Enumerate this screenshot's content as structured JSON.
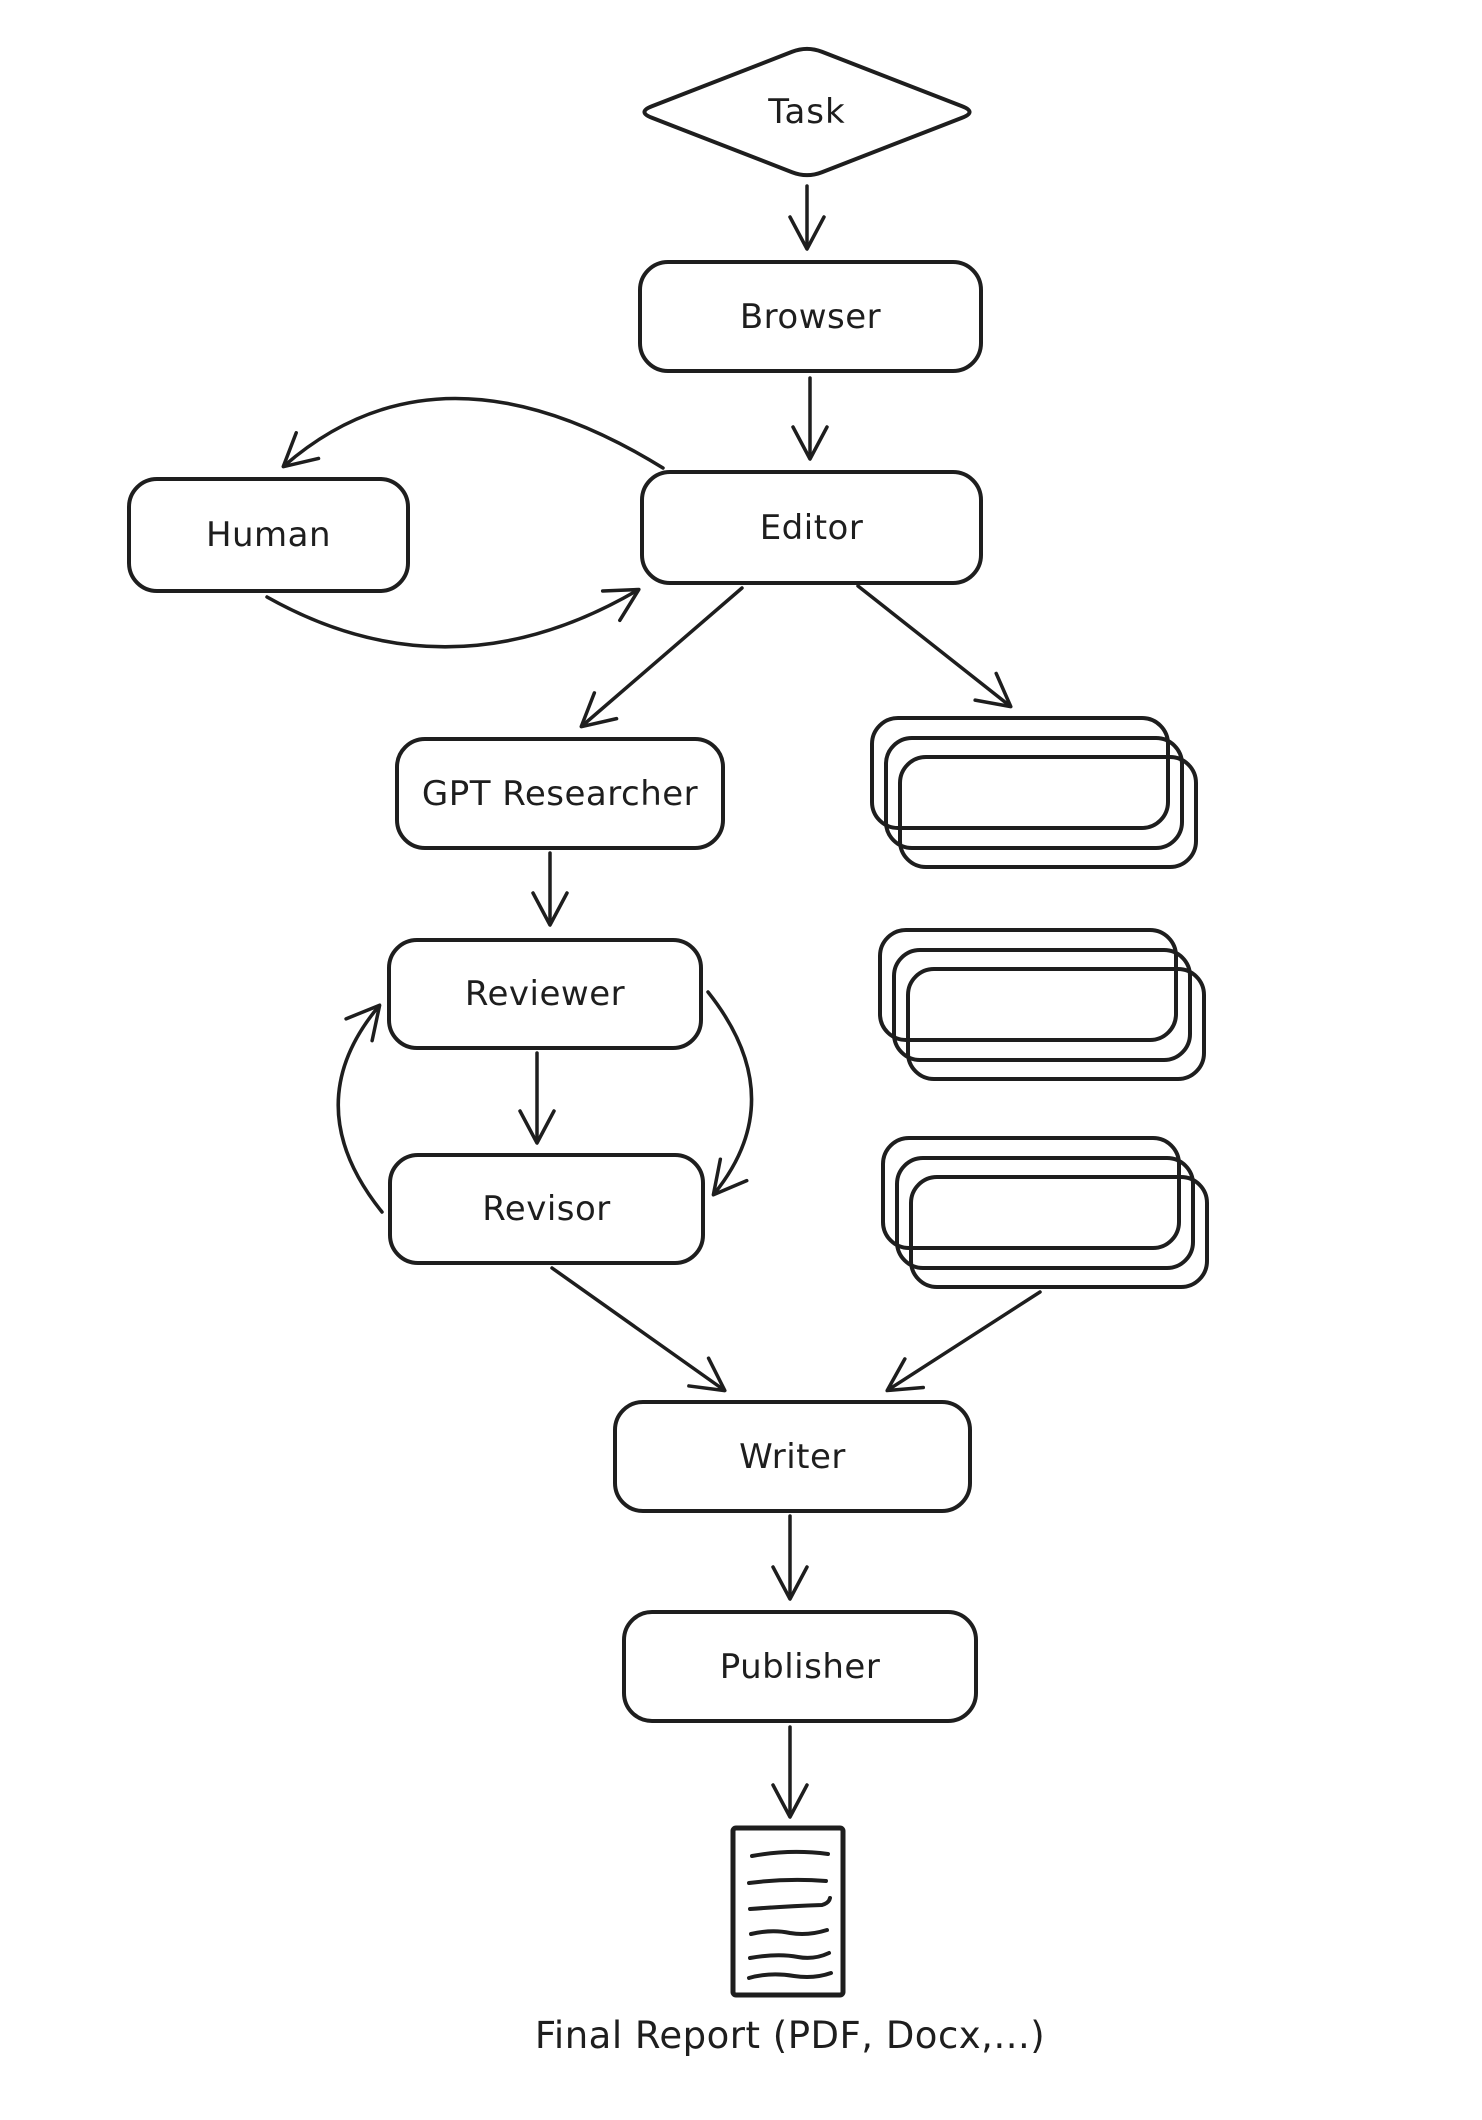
{
  "diagram": {
    "background": "#ffffff",
    "stroke_color": "#1e1e1e",
    "style": "hand-drawn flowchart",
    "nodes": {
      "task": {
        "label": "Task",
        "shape": "diamond"
      },
      "browser": {
        "label": "Browser",
        "shape": "rounded-rect"
      },
      "human": {
        "label": "Human",
        "shape": "rounded-rect"
      },
      "editor": {
        "label": "Editor",
        "shape": "rounded-rect"
      },
      "gpt_researcher": {
        "label": "GPT Researcher",
        "shape": "rounded-rect"
      },
      "reviewer": {
        "label": "Reviewer",
        "shape": "rounded-rect"
      },
      "revisor": {
        "label": "Revisor",
        "shape": "rounded-rect"
      },
      "writer": {
        "label": "Writer",
        "shape": "rounded-rect"
      },
      "publisher": {
        "label": "Publisher",
        "shape": "rounded-rect"
      },
      "parallel_stack_top": {
        "label": "",
        "shape": "stacked-rects-x3"
      },
      "parallel_stack_middle": {
        "label": "",
        "shape": "stacked-rects-x3"
      },
      "parallel_stack_bottom": {
        "label": "",
        "shape": "stacked-rects-x3"
      },
      "final_report_document": {
        "label": "",
        "shape": "document-icon"
      }
    },
    "edges": [
      {
        "from": "task",
        "to": "browser"
      },
      {
        "from": "browser",
        "to": "editor"
      },
      {
        "from": "editor",
        "to": "human",
        "style": "curved"
      },
      {
        "from": "human",
        "to": "editor",
        "style": "curved"
      },
      {
        "from": "editor",
        "to": "gpt_researcher"
      },
      {
        "from": "editor",
        "to": "parallel_stack_top"
      },
      {
        "from": "gpt_researcher",
        "to": "reviewer"
      },
      {
        "from": "reviewer",
        "to": "revisor"
      },
      {
        "from": "revisor",
        "to": "reviewer",
        "style": "curved-loop-left"
      },
      {
        "from": "reviewer",
        "to": "revisor",
        "style": "curved-loop-right"
      },
      {
        "from": "revisor",
        "to": "writer"
      },
      {
        "from": "parallel_stack_bottom",
        "to": "writer"
      },
      {
        "from": "writer",
        "to": "publisher"
      },
      {
        "from": "publisher",
        "to": "final_report_document"
      }
    ],
    "caption": "Final Report (PDF, Docx,...)"
  }
}
